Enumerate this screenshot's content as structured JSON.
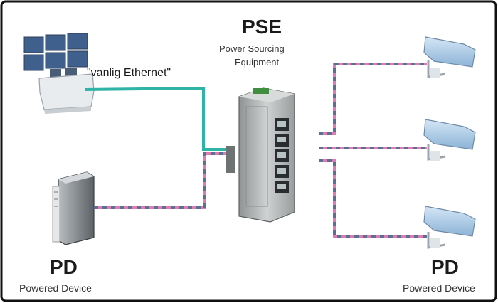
{
  "pse": {
    "title": "PSE",
    "subtitle_line1": "Power Sourcing",
    "subtitle_line2": "Equipment"
  },
  "link_label": "\"vanlig Ethernet\"",
  "pd_left": {
    "title": "PD",
    "subtitle": "Powered Device"
  },
  "pd_right": {
    "title": "PD",
    "subtitle": "Powered Device"
  },
  "colors": {
    "frame": "#111111",
    "ethernet_cable": "#2fb3a6",
    "poe_cable_a": "#5a6f93",
    "poe_cable_b": "#e07bb0",
    "switch_body": "#b9bcbc",
    "camera_body": "#a9c9e6"
  },
  "icons": [
    "monitor-wall-icon",
    "workstation-desk-icon",
    "server-icon",
    "network-switch-icon",
    "security-camera-icon"
  ]
}
